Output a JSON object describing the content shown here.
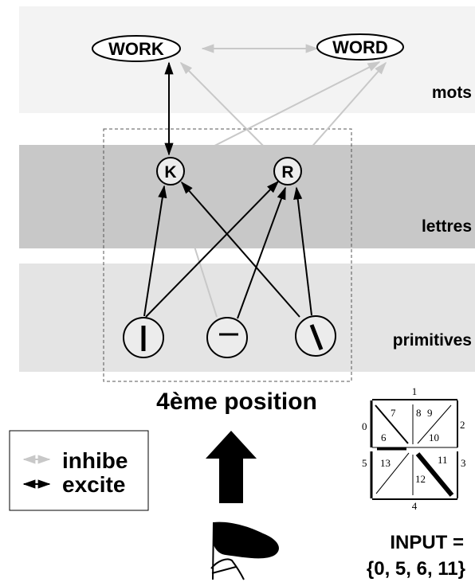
{
  "layers": {
    "words": "mots",
    "letters": "lettres",
    "primitives": "primitives"
  },
  "nodes": {
    "word_work": "WORK",
    "word_word": "WORD",
    "letter_k": "K",
    "letter_r": "R"
  },
  "position_label": "4ème position",
  "legend": {
    "inhibit": "inhibe",
    "excite": "excite"
  },
  "segments": {
    "n0": "0",
    "n1": "1",
    "n2": "2",
    "n3": "3",
    "n4": "4",
    "n5": "5",
    "n6": "6",
    "n7": "7",
    "n8": "8",
    "n9": "9",
    "n10": "10",
    "n11": "11",
    "n12": "12",
    "n13": "13"
  },
  "input_label_line1": "INPUT =",
  "input_label_line2": "{0, 5, 6, 11}",
  "colors": {
    "band_words": "#f3f3f3",
    "band_letters": "#c8c8c8",
    "band_primitives": "#e4e4e4",
    "node_fill": "#ececec",
    "inhibit": "#c8c8c8",
    "excite": "#000000"
  }
}
